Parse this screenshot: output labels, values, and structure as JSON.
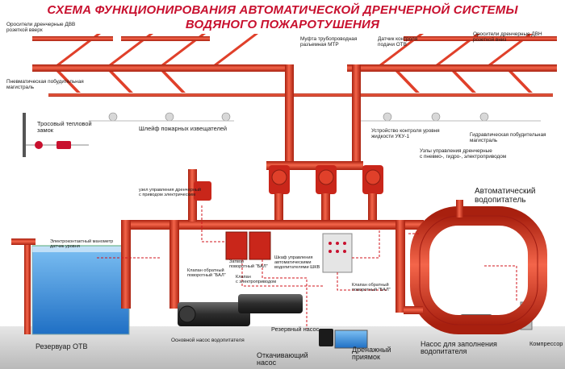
{
  "title": {
    "line1": "СХЕМА ФУНКЦИОНИРОВАНИЯ АВТОМАТИЧЕСКОЙ ДРЕНЧЕРНОЙ СИСТЕМЫ",
    "line2": "ВОДЯНОГО ПОЖАРОТУШЕНИЯ"
  },
  "labels": {
    "sprinklers_up_1": "Оросители дренчерные ДВВ",
    "sprinklers_up_2": "розеткой вверх",
    "sprinklers_down_1": "Оросители дренчерные ДВН",
    "sprinklers_down_2": "розеткой вниз",
    "mtp_coupling_1": "Муфта трубопроводная",
    "mtp_coupling_2": "разъемная МТР",
    "flow_sensor_1": "Датчик контроля",
    "flow_sensor_2": "подачи ОТВ",
    "pneumatic_line_1": "Пневматическая побудительная",
    "pneumatic_line_2": "магистраль",
    "cable_lock_1": "Тросовый тепловой",
    "cable_lock_2": "замок",
    "thermal_cable": "Шлейф пожарных извещателей",
    "level_control_1": "Устройство контроля уровня",
    "level_control_2": "жидкости УКУ-1",
    "hydraulic_line_1": "Гидравлическая побудительная",
    "hydraulic_line_2": "магистраль",
    "control_units_1": "Узлы управления дренчерные",
    "control_units_2": "с пневмо-, гидро-, электроприводом",
    "auto_tank_1": "Автоматический",
    "auto_tank_2": "водопитатель",
    "electric_drive_1": "узел управления дренчерный",
    "electric_drive_2": "с приводом электрическим",
    "reservoir_note_1": "Электроконтактный манометр",
    "reservoir_note_2": "датчик уровня",
    "check_valve_1": "Клапан обратный",
    "check_valve_2": "поворотный \"БАЛ\"",
    "gate_valve_1": "Затвор",
    "gate_valve_2": "поворотный \"БАЛ\"",
    "valve_electric_1": "Клапан",
    "valve_electric_2": "с электроприводом",
    "control_cabinet_1": "Шкаф управления",
    "control_cabinet_2": "автоматическими",
    "control_cabinet_3": "водопитателями ШКВ",
    "check_valve_right_1": "Клапан обратный",
    "check_valve_right_2": "поворотный \"БАЛ\"",
    "reservoir": "Резервуар ОТВ",
    "main_pump": "Основной насос водопитателя",
    "reserve_pump": "Резервный насос",
    "drain_pump_1": "Откачивающий",
    "drain_pump_2": "насос",
    "drain_pit_1": "Дренажный",
    "drain_pit_2": "приямок",
    "fill_pump_1": "Насос для заполнения",
    "fill_pump_2": "водопитателя",
    "compressor": "Компрессор"
  },
  "colors": {
    "title": "#c8102e",
    "pipe": "#e0402a",
    "pipe_dark": "#9e1b12",
    "water": "#2f86d8",
    "dashed": "#d0141e",
    "floor": "#cfcfcf"
  }
}
